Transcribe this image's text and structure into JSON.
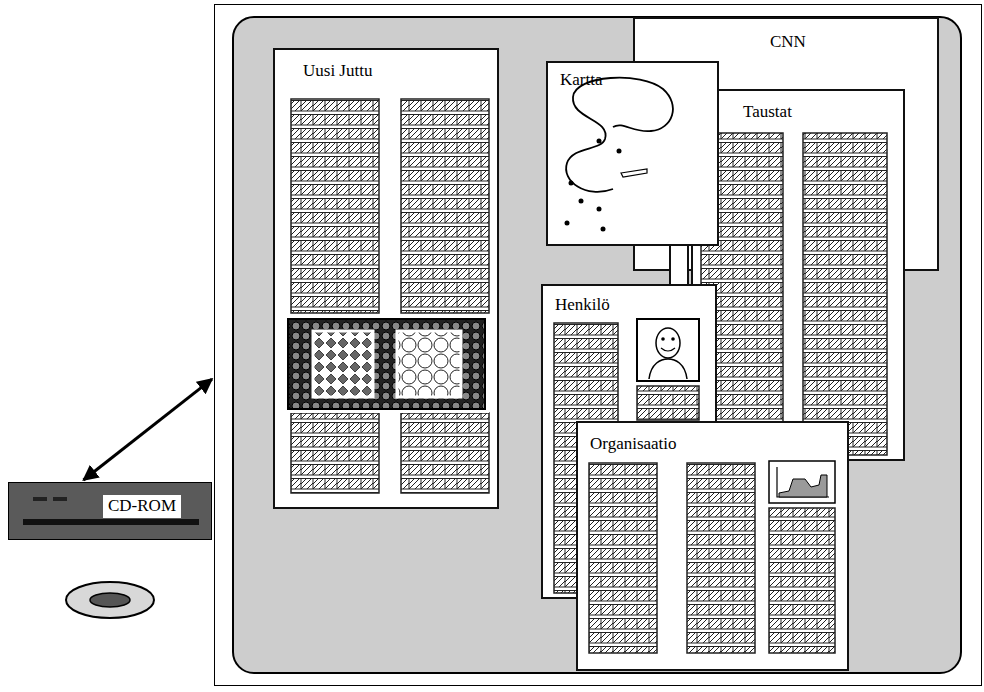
{
  "diagram": {
    "nodes": [
      {
        "text": []
      },
      {
        "text": [
          "Uusi Juttu"
        ],
        "in": 0
      },
      {
        "text": [
          "Kartta"
        ],
        "in": 0
      },
      {
        "text": [
          "CNN"
        ],
        "in": 0
      },
      {
        "text": [
          "Taustat"
        ],
        "in": 0
      },
      {
        "text": [
          "Henkilö"
        ],
        "in": 0
      },
      {
        "text": [
          "Organisaatio"
        ],
        "in": 0
      },
      {
        "text": [
          "CD-ROM"
        ]
      }
    ],
    "edges": [
      {
        "from": 7,
        "to": 0,
        "arrow": "both"
      }
    ]
  }
}
